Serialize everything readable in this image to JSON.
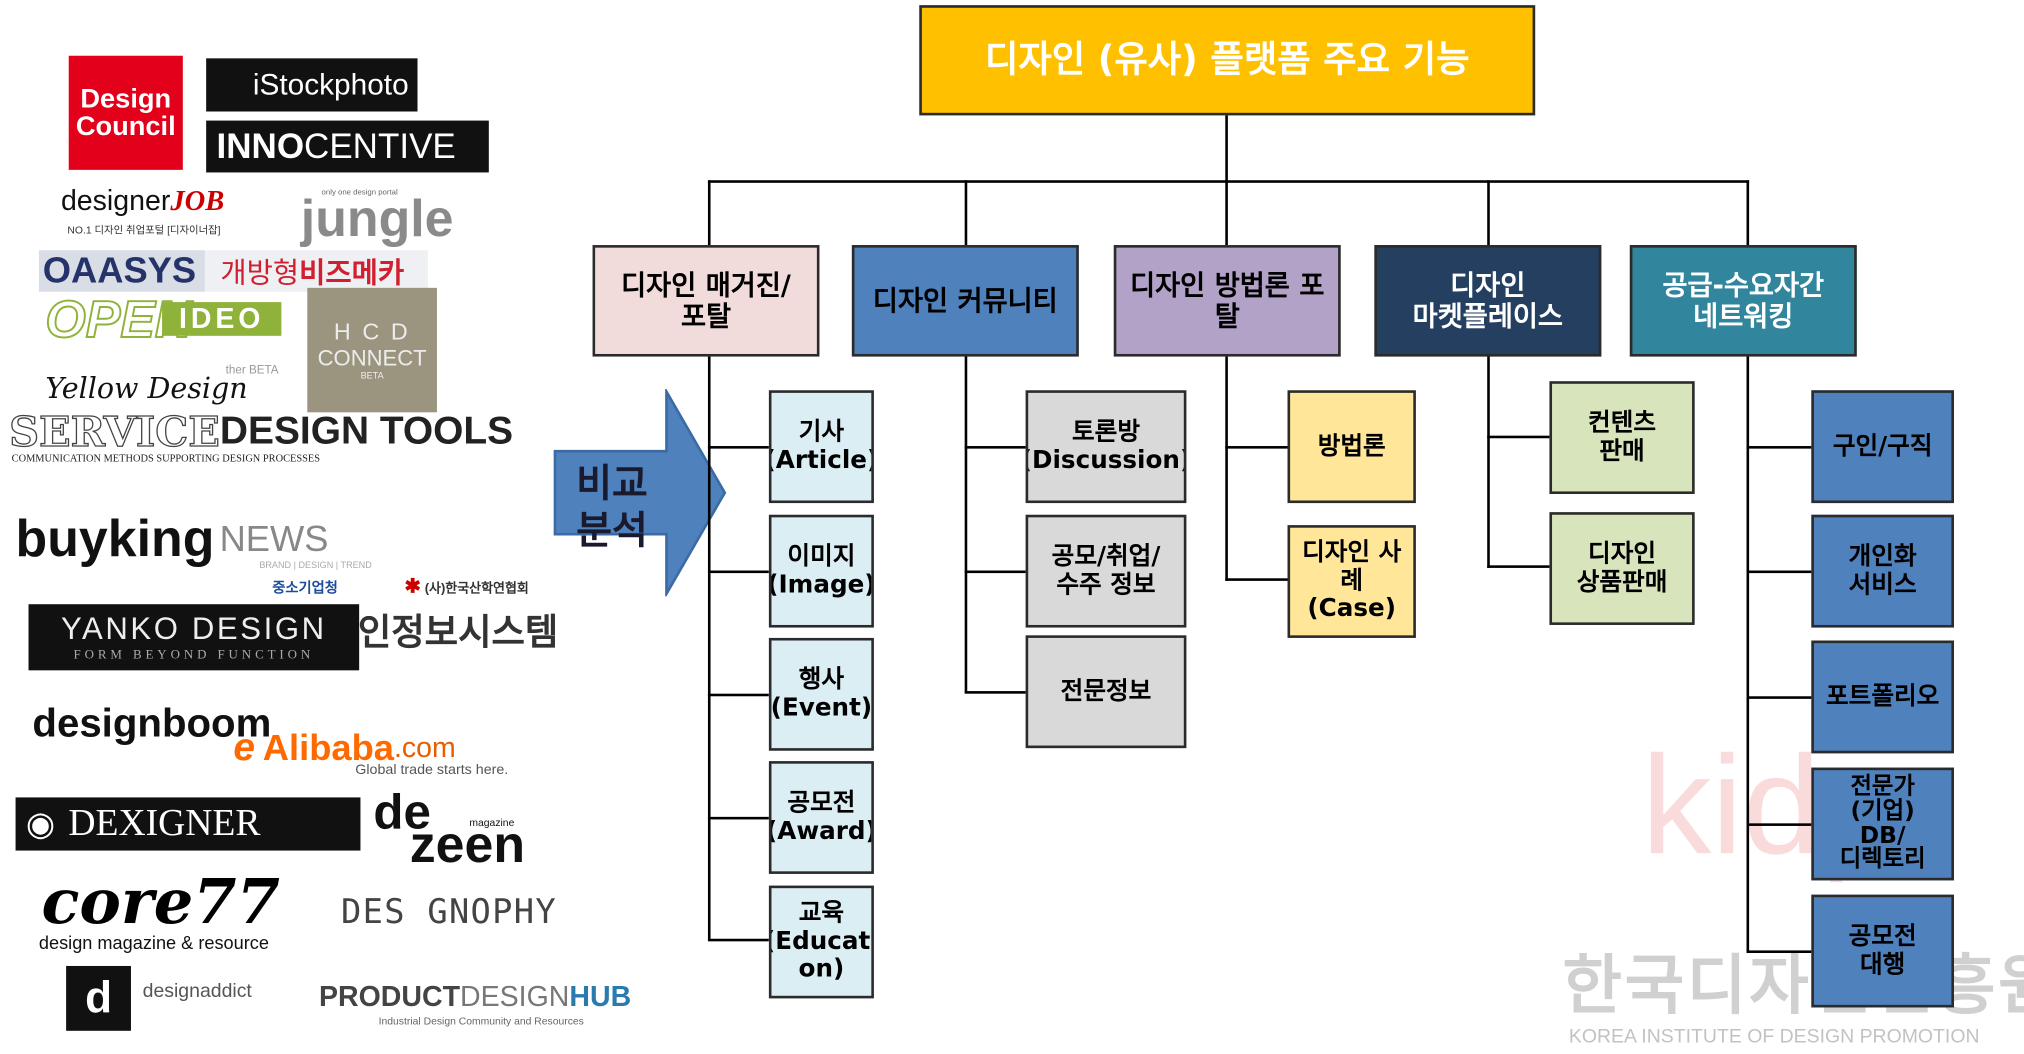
{
  "title": "디자인 (유사) 플랫폼 주요 기능",
  "arrow_label": "비교\n분석",
  "colors": {
    "title_bg": "#FFC000",
    "arrow": "#4F81BD"
  },
  "categories": [
    {
      "label": "디자인 매거진/\n포탈",
      "items": [
        "기사\n(Article)",
        "이미지\n(Image)",
        "행사\n(Event)",
        "공모전\n(Award)",
        "교육\n(Educati\non)"
      ]
    },
    {
      "label": "디자인 커뮤니티",
      "items": [
        "토론방\n(Discussion)",
        "공모/취업/\n수주 정보",
        "전문정보"
      ]
    },
    {
      "label": "디자인 방법론 포\n탈",
      "items": [
        "방법론",
        "디자인 사\n례\n(Case)"
      ]
    },
    {
      "label": "디자인\n마켓플레이스",
      "items": [
        "컨텐츠\n판매",
        "디자인\n상품판매"
      ]
    },
    {
      "label": "공급-수요자간\n네트워킹",
      "items": [
        "구인/구직",
        "개인화\n서비스",
        "포트폴리오",
        "전문가\n(기업)\nDB/\n디렉토리",
        "공모전\n대행"
      ]
    }
  ],
  "logos": {
    "design_council": "Design\nCouncil",
    "istockphoto": "iStockphoto",
    "innocentive_bold": "INNO",
    "innocentive_rest": "CENTIVE",
    "designerjob": "designer",
    "designerjob_em": "JOB",
    "designerjob_tagline": "NO.1 디자인 취업포털 [디자이너잡]",
    "jungle": "jungle",
    "jungle_tag": "only one design portal",
    "oaasys": "OAASYS",
    "bizmeka_1": "개방형 ",
    "bizmeka_2": "비즈메카",
    "open": "OPEN",
    "ideo": "IDEO",
    "hcd": "H C D",
    "hcd_connect": "CONNECT",
    "hcd_beta": "BETA",
    "yellow_design": "Yellow Design",
    "other_beta": "ther  BETA",
    "service_design_1": "SERVICE",
    "service_design_2": "DESIGN TOOLS",
    "service_design_tag": "COMMUNICATION METHODS SUPPORTING DESIGN PROCESSES",
    "buyking": "buyking",
    "buyking_news": "NEWS",
    "buyking_tag": "BRAND | DESIGN | TREND",
    "smba": "중소기업청",
    "kidp_assoc": "(사)한국산학연협회",
    "yanko": "YANKO DESIGN",
    "yanko_tag": "FORM BEYOND FUNCTION",
    "info_system": "인정보시스템",
    "designboom": "designboom",
    "alibaba": "Alibaba",
    "alibaba_com": ".com",
    "alibaba_tag": "Global trade starts here.",
    "dexigner": "DEXIGNER",
    "dezeen_de": "de",
    "dezeen_zeen": "zeen",
    "dezeen_mag": "magazine",
    "core77": "core77",
    "core77_tag": "design magazine & resource",
    "designophy": "DES GNOPHY",
    "designaddict": "designaddict",
    "pdh_1": "PRODUCT",
    "pdh_2": "DESIGN",
    "pdh_3": "HUB",
    "pdh_tag": "Industrial Design Community and Resources"
  },
  "watermark": {
    "kidp": "kidp",
    "kr": "한국디자인진흥원",
    "en": "KOREA INSTITUTE OF DESIGN PROMOTION"
  }
}
